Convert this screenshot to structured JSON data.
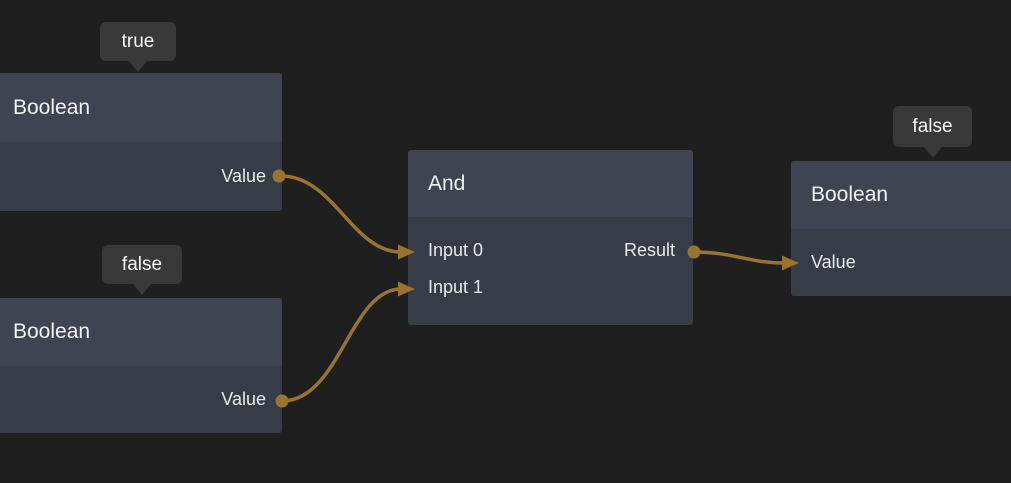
{
  "canvas": {
    "background_color": "#1f1f20",
    "wire_color": "#9a742e",
    "node_header_color": "#3f4452",
    "node_body_color": "#383c47",
    "tooltip_color": "#393939"
  },
  "nodes": {
    "boolean_top": {
      "title": "Boolean",
      "tooltip": "true",
      "value_port": "Value"
    },
    "boolean_bottom": {
      "title": "Boolean",
      "tooltip": "false",
      "value_port": "Value"
    },
    "and_gate": {
      "title": "And",
      "input0_port": "Input 0",
      "input1_port": "Input 1",
      "result_port": "Result"
    },
    "boolean_result": {
      "title": "Boolean",
      "tooltip": "false",
      "value_port": "Value"
    }
  },
  "connections": [
    {
      "from": "boolean_top.Value",
      "to": "and_gate.Input 0"
    },
    {
      "from": "boolean_bottom.Value",
      "to": "and_gate.Input 1"
    },
    {
      "from": "and_gate.Result",
      "to": "boolean_result.Value"
    }
  ]
}
